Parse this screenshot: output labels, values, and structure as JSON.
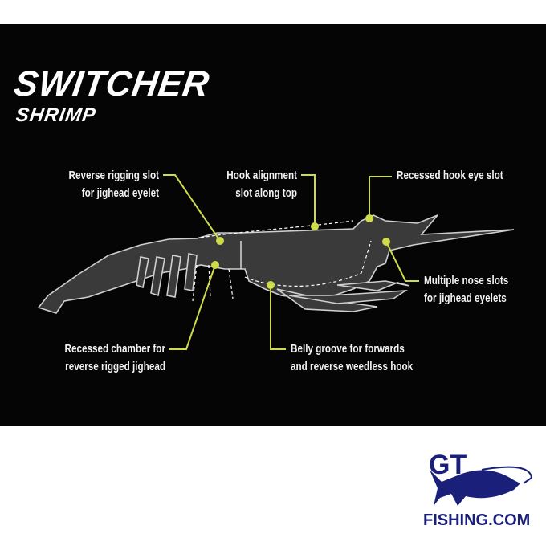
{
  "title": "SWITCHER",
  "subtitle": "SHRIMP",
  "accent_color": "#cfdc4a",
  "callouts": [
    {
      "id": "reverse-rigging-slot",
      "lines": [
        "Reverse rigging slot",
        "for jighead eyelet"
      ]
    },
    {
      "id": "hook-alignment-slot",
      "lines": [
        "Hook alignment",
        "slot along top"
      ]
    },
    {
      "id": "recessed-hook-eye-slot",
      "lines": [
        "Recessed hook eye slot"
      ]
    },
    {
      "id": "multiple-nose-slots",
      "lines": [
        "Multiple nose slots",
        "for jighead eyelets"
      ]
    },
    {
      "id": "recessed-chamber",
      "lines": [
        "Recessed chamber for",
        "reverse rigged jighead"
      ]
    },
    {
      "id": "belly-groove",
      "lines": [
        "Belly groove for forwards",
        "and reverse weedless hook"
      ]
    }
  ],
  "logo": {
    "top": "GT",
    "bottom": "FISHING.COM",
    "color": "#1a1f7a"
  }
}
